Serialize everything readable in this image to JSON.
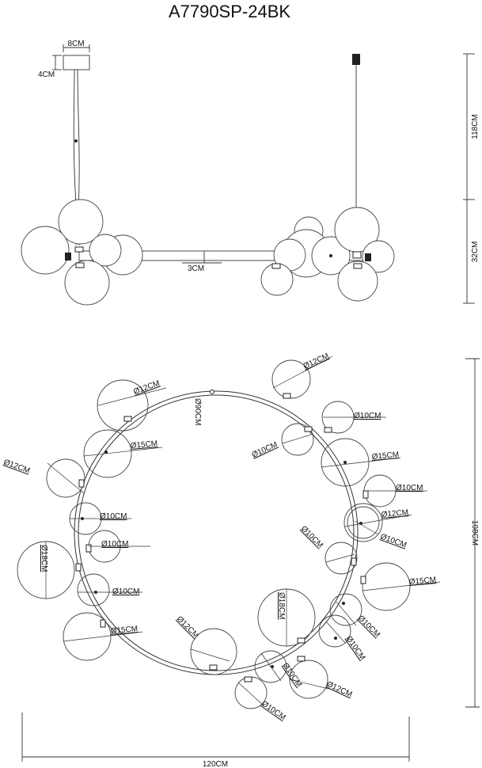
{
  "title": "A7790SP-24BK",
  "side_view": {
    "canopy_width": "8CM",
    "canopy_height": "4CM",
    "suspension_height": "118CM",
    "lamp_height": "32CM",
    "bar_diameter": "3CM"
  },
  "top_view": {
    "ring_label": "Ø90CM",
    "total_width": "120CM",
    "total_height": "108CM",
    "labels": [
      "Ø12CM",
      "Ø12CM",
      "Ø10CM",
      "Ø15CM",
      "Ø10CM",
      "Ø15CM",
      "Ø12CM",
      "Ø10CM",
      "Ø10CM",
      "Ø12CM",
      "Ø10CM",
      "Ø10CM",
      "Ø10CM",
      "Ø18CM",
      "Ø15CM",
      "Ø10CM",
      "Ø15CM",
      "Ø18CM",
      "Ø10CM",
      "Ø10CM",
      "Ø12CM",
      "Ø12CM",
      "Ø10CM",
      "Ø10CM"
    ]
  }
}
